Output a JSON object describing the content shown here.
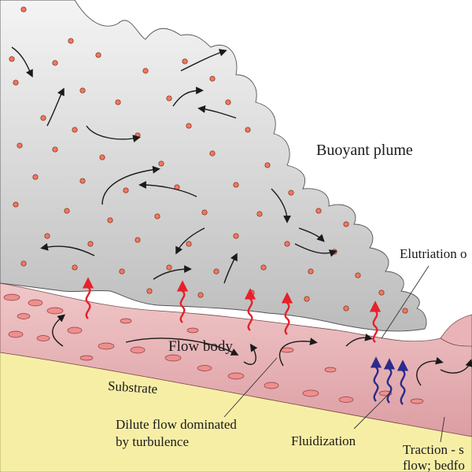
{
  "labels": {
    "buoyant_plume": "Buoyant plume",
    "elutriation": "Elutriation o",
    "flow_body": "Flow body",
    "substrate": "Substrate",
    "dilute_line1": "Dilute flow dominated",
    "dilute_line2": "by turbulence",
    "fluidization": "Fluidization",
    "traction_line1": "Traction - s",
    "traction_line2": "flow; bedfo"
  },
  "colors": {
    "plume_fill": "#d9d9d9",
    "flow_body_fill": "#e8b2b6",
    "substrate_fill": "#f7eea6",
    "particle": "#f2775f",
    "elutriation_arrow": "#e8202a",
    "fluidization_arrow": "#2c2b8c",
    "circulation_arrow": "#1a1a1a"
  },
  "icons": {
    "red_arrow": "wavy-up-arrow-red",
    "blue_arrow": "wavy-up-arrow-blue",
    "black_arrow": "curved-circulation-arrow"
  }
}
